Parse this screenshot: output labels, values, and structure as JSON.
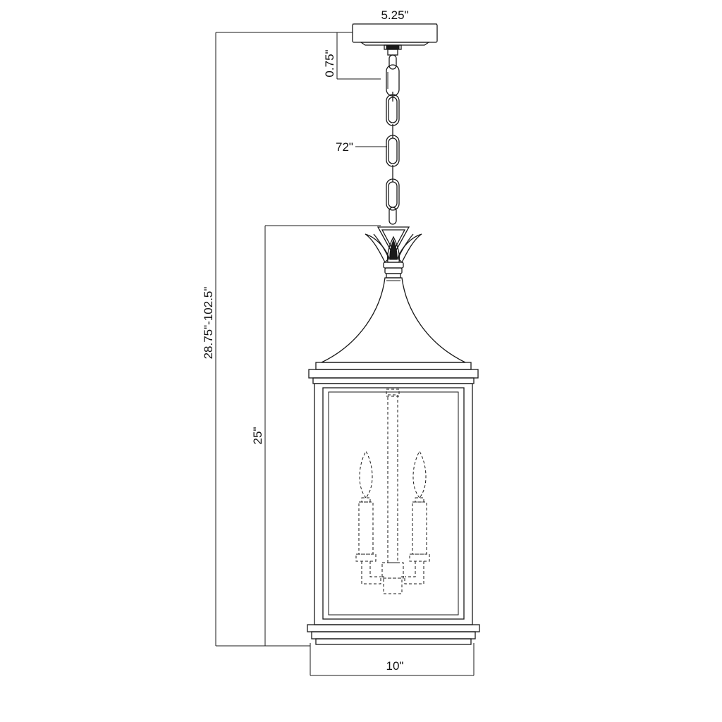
{
  "dimensions": {
    "canopy_width": "5.25\"",
    "canopy_height": "0.75\"",
    "chain_length": "72\"",
    "overall_height": "28.75\"-102.5\"",
    "body_height": "25\"",
    "body_width": "10\""
  }
}
